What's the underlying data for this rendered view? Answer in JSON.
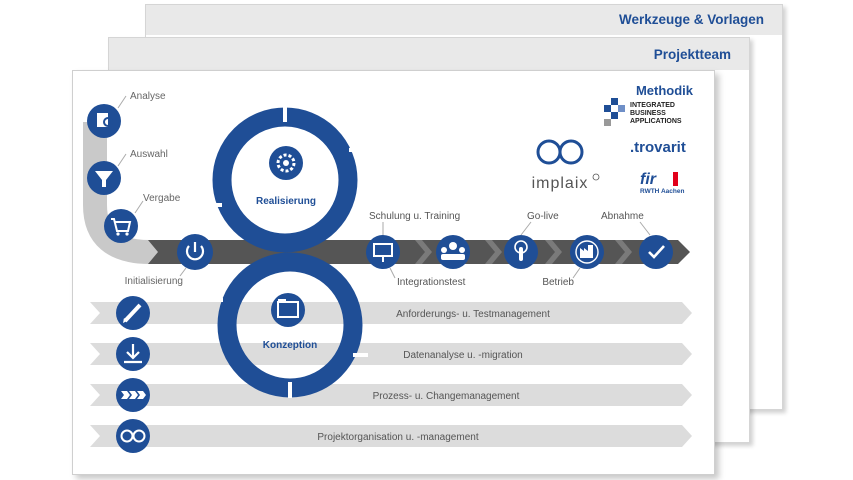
{
  "layers": {
    "back_title": "Werkzeuge & Vorlagen",
    "middle_title": "Projektteam"
  },
  "method": {
    "title": "Methodik",
    "iba_lines": [
      "INTEGRATED",
      "BUSINESS",
      "APPLICATIONS"
    ],
    "trovarit": ".trovarit",
    "fir": "fir",
    "fir_sub": "RWTH Aachen",
    "implaix": "implaix"
  },
  "phases": {
    "realisierung": "Realisierung",
    "konzeption": "Konzeption"
  },
  "left_steps": [
    "Analyse",
    "Auswahl",
    "Vergabe",
    "Initialisierung"
  ],
  "arrow_steps": [
    "Schulung u. Training",
    "Integrationstest",
    "Go-live",
    "Betrieb",
    "Abnahme"
  ],
  "lanes": [
    "Anforderungs- u. Testmanagement",
    "Datenanalyse u. -migration",
    "Prozess- u. Changemanagement",
    "Projektorganisation u. -management"
  ],
  "colors": {
    "blue": "#1f4e96",
    "dark_band": "#555555",
    "lane": "#dcdcdc",
    "label": "#666666",
    "fir_red": "#e2001a"
  }
}
